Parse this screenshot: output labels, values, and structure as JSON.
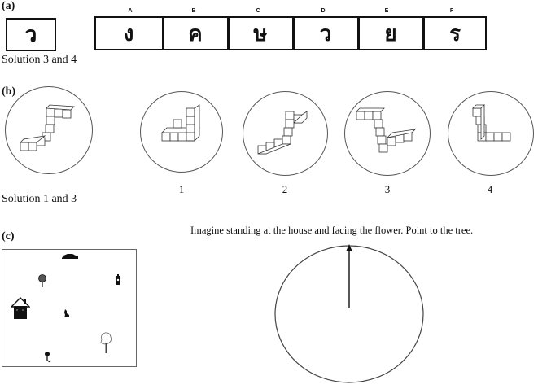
{
  "panel_a": {
    "label": "(a)",
    "target_glyph": "ว",
    "option_letters": [
      "A",
      "B",
      "C",
      "D",
      "E",
      "F"
    ],
    "option_glyphs": [
      "ง",
      "ค",
      "ษ",
      "ว",
      "ย",
      "ร"
    ],
    "solution": "Solution 3 and 4"
  },
  "panel_b": {
    "label": "(b)",
    "target": "3D cube figure (S-shaped)",
    "option_numbers": [
      "1",
      "2",
      "3",
      "4"
    ],
    "solution": "Solution 1 and 3"
  },
  "panel_c": {
    "label": "(c)",
    "map_objects": [
      "car",
      "stop-sign",
      "traffic-light",
      "house",
      "cat",
      "tree",
      "flower"
    ],
    "prompt": "Imagine standing at the house and facing the flower. Point to the tree."
  }
}
